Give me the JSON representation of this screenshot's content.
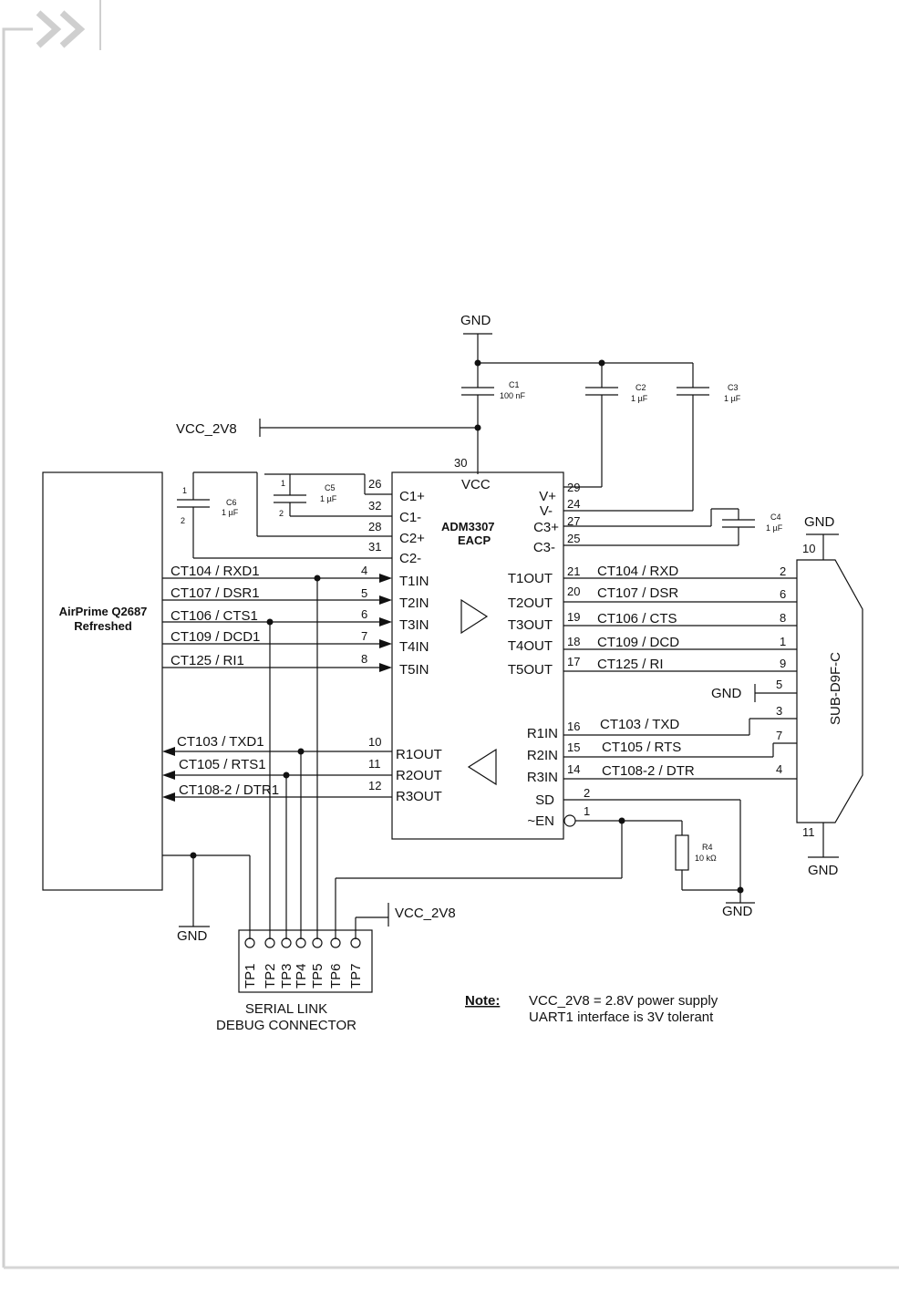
{
  "page": {
    "header_bracket": "header-bracket-icon",
    "header_chevrons": "double-chevron-icon"
  },
  "ic": {
    "name_line1": "ADM3307",
    "name_line2": "EACP",
    "vcc_label": "VCC",
    "vcc_pin": "30",
    "left_pins": [
      {
        "num": "26",
        "label": "C1+"
      },
      {
        "num": "32",
        "label": "C1-"
      },
      {
        "num": "28",
        "label": "C2+"
      },
      {
        "num": "31",
        "label": "C2-"
      },
      {
        "num": "4",
        "label": "T1IN"
      },
      {
        "num": "5",
        "label": "T2IN"
      },
      {
        "num": "6",
        "label": "T3IN"
      },
      {
        "num": "7",
        "label": "T4IN"
      },
      {
        "num": "8",
        "label": "T5IN"
      },
      {
        "num": "10",
        "label": "R1OUT"
      },
      {
        "num": "11",
        "label": "R2OUT"
      },
      {
        "num": "12",
        "label": "R3OUT"
      }
    ],
    "right_pins": [
      {
        "num": "29",
        "label": "V+"
      },
      {
        "num": "24",
        "label": "V-"
      },
      {
        "num": "27",
        "label": "C3+"
      },
      {
        "num": "25",
        "label": "C3-"
      },
      {
        "num": "21",
        "label": "T1OUT"
      },
      {
        "num": "20",
        "label": "T2OUT"
      },
      {
        "num": "19",
        "label": "T3OUT"
      },
      {
        "num": "18",
        "label": "T4OUT"
      },
      {
        "num": "17",
        "label": "T5OUT"
      },
      {
        "num": "16",
        "label": "R1IN"
      },
      {
        "num": "15",
        "label": "R2IN"
      },
      {
        "num": "14",
        "label": "R3IN"
      },
      {
        "num": "2",
        "label": "SD"
      },
      {
        "num": "1",
        "label": "~EN"
      }
    ]
  },
  "module": {
    "line1": "AirPrime Q2687",
    "line2": "Refreshed"
  },
  "left_signals": [
    "CT104 / RXD1",
    "CT107 / DSR1",
    "CT106 / CTS1",
    "CT109 / DCD1",
    "CT125 / RI1",
    "CT103 / TXD1",
    "CT105 / RTS1",
    "CT108-2 / DTR1"
  ],
  "right_signals": [
    "CT104 / RXD",
    "CT107 / DSR",
    "CT106 / CTS",
    "CT109 / DCD",
    "CT125 / RI",
    "CT103 / TXD",
    "CT105 / RTS",
    "CT108-2 / DTR"
  ],
  "connector": {
    "name": "SUB-D9F-C",
    "pins": [
      "2",
      "6",
      "8",
      "1",
      "9",
      "5",
      "3",
      "7",
      "4",
      "10",
      "11"
    ]
  },
  "capacitors": [
    {
      "ref": "C1",
      "value": "100 nF"
    },
    {
      "ref": "C2",
      "value": "1 µF"
    },
    {
      "ref": "C3",
      "value": "1 µF"
    },
    {
      "ref": "C4",
      "value": "1 µF"
    },
    {
      "ref": "C5",
      "value": "1 µF"
    },
    {
      "ref": "C6",
      "value": "1 µF"
    }
  ],
  "cap_pins": [
    "1",
    "2"
  ],
  "resistor": {
    "ref": "R4",
    "value": "10 kΩ"
  },
  "power": {
    "gnd": "GND",
    "vcc": "VCC_2V8"
  },
  "debug": {
    "pins": [
      "TP1",
      "TP2",
      "TP3",
      "TP4",
      "TP5",
      "TP6",
      "TP7"
    ],
    "line1": "SERIAL LINK",
    "line2": "DEBUG CONNECTOR"
  },
  "note": {
    "label": "Note:",
    "line1": "VCC_2V8 = 2.8V power supply",
    "line2": "UART1 interface is 3V tolerant"
  }
}
